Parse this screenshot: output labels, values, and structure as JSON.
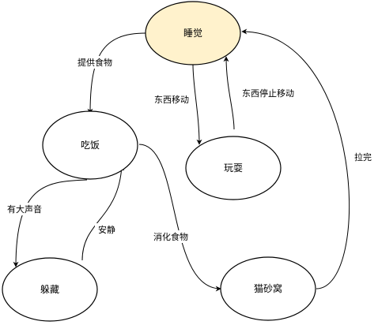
{
  "nodes": {
    "sleep": {
      "label": "睡觉",
      "fill": "#fff2cc",
      "stroke": "#d6b656"
    },
    "eat": {
      "label": "吃饭",
      "fill": "#ffffff",
      "stroke": "#000000"
    },
    "play": {
      "label": "玩耍",
      "fill": "#ffffff",
      "stroke": "#000000"
    },
    "hide": {
      "label": "躲藏",
      "fill": "#ffffff",
      "stroke": "#000000"
    },
    "litter": {
      "label": "猫砂窝",
      "fill": "#ffffff",
      "stroke": "#000000"
    }
  },
  "edges": {
    "sleep_to_eat": {
      "from": "睡觉",
      "to": "吃饭",
      "label": "提供食物"
    },
    "sleep_to_play": {
      "from": "睡觉",
      "to": "玩耍",
      "label": "东西移动"
    },
    "play_to_sleep": {
      "from": "玩耍",
      "to": "睡觉",
      "label": "东西停止移动"
    },
    "eat_to_hide": {
      "from": "吃饭",
      "to": "躲藏",
      "label": "有大声音"
    },
    "hide_to_eat": {
      "from": "躲藏",
      "to": "吃饭",
      "label": "安静"
    },
    "eat_to_litter": {
      "from": "吃饭",
      "to": "猫砂窝",
      "label": "消化食物"
    },
    "litter_to_sleep": {
      "from": "猫砂窝",
      "to": "睡觉",
      "label": "拉完"
    }
  }
}
